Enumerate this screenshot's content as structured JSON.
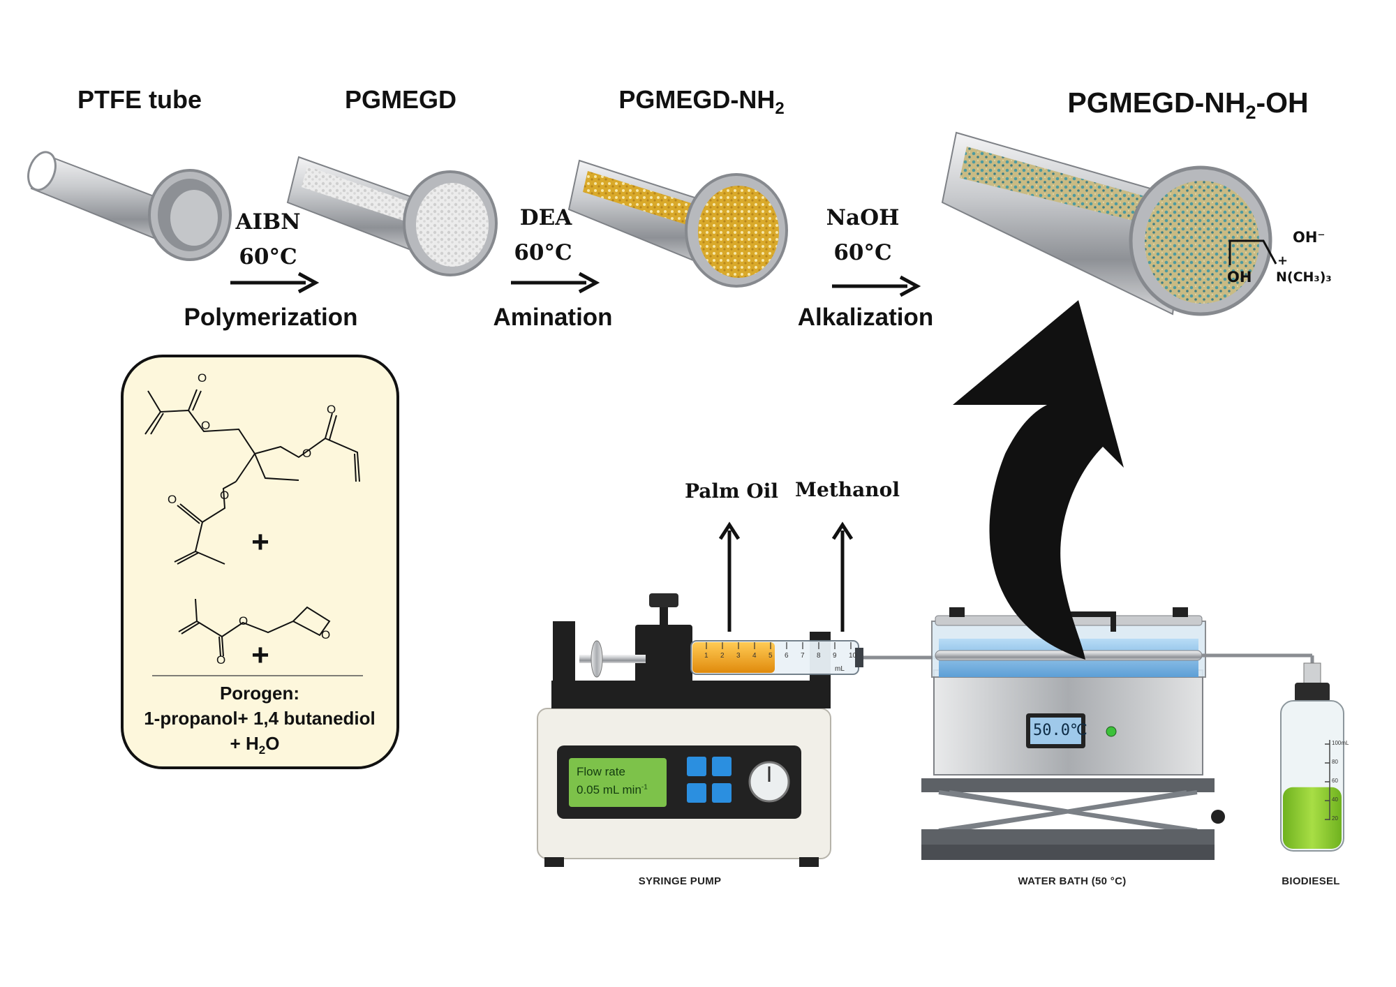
{
  "tubes": {
    "ptfe": "PTFE tube",
    "pgmegd": "PGMEGD",
    "pgmegd_nh2": {
      "base": "PGMEGD-NH",
      "sub": "2"
    },
    "pgmegd_nh2_oh": {
      "base": "PGMEGD-NH",
      "sub": "2",
      "tail": "-OH"
    }
  },
  "reactions": [
    {
      "reagent": "AIBN",
      "temperature": "60°C",
      "step": "Polymerization"
    },
    {
      "reagent": "DEA",
      "temperature": "60°C",
      "step": "Amination"
    },
    {
      "reagent": "NaOH",
      "temperature": "60°C",
      "step": "Alkalization"
    }
  ],
  "functional_groups": {
    "hydroxide": "OH⁻",
    "hydroxyl": "OH",
    "ammonium": "N(CH₃)₃",
    "plus": "+"
  },
  "monomer_box": {
    "porogen_label": "Porogen:",
    "porogen_line1": "1-propanol+ 1,4 butanediol",
    "porogen_line2_prefix": "+ H",
    "porogen_line2_sub": "2",
    "porogen_line2_suffix": "O",
    "plus": "+",
    "atom_o": "O"
  },
  "feeds": {
    "palm_oil": "Palm Oil",
    "methanol": "Methanol"
  },
  "syringe_pump": {
    "caption": "SYRINGE PUMP",
    "display_line1": "Flow rate",
    "display_value": "0.05 mL min",
    "display_exp": "-1",
    "syringe_scale": [
      "1",
      "2",
      "3",
      "4",
      "5",
      "6",
      "7",
      "8",
      "9",
      "10"
    ],
    "syringe_unit": "mL"
  },
  "water_bath": {
    "caption": "WATER BATH (50 °C)",
    "display": "50.0℃"
  },
  "biodiesel": {
    "caption": "BIODIESEL",
    "bottle_scale": [
      "100mL",
      "80",
      "60",
      "40",
      "20"
    ],
    "fill_fraction": 0.42
  },
  "colors": {
    "steel": "#c7c9cc",
    "polymer_white": "#e6e6e6",
    "polymer_yellow": "#d9a92a",
    "polymer_teal": "#4d9aa0",
    "box_fill": "#fdf7dc",
    "lcd_green": "#7dc24a",
    "button_blue": "#2b8fe0",
    "oil_orange": "#f0a51c",
    "water_blue": "#8fc4ea",
    "biodiesel_green": "#8fce2e"
  }
}
